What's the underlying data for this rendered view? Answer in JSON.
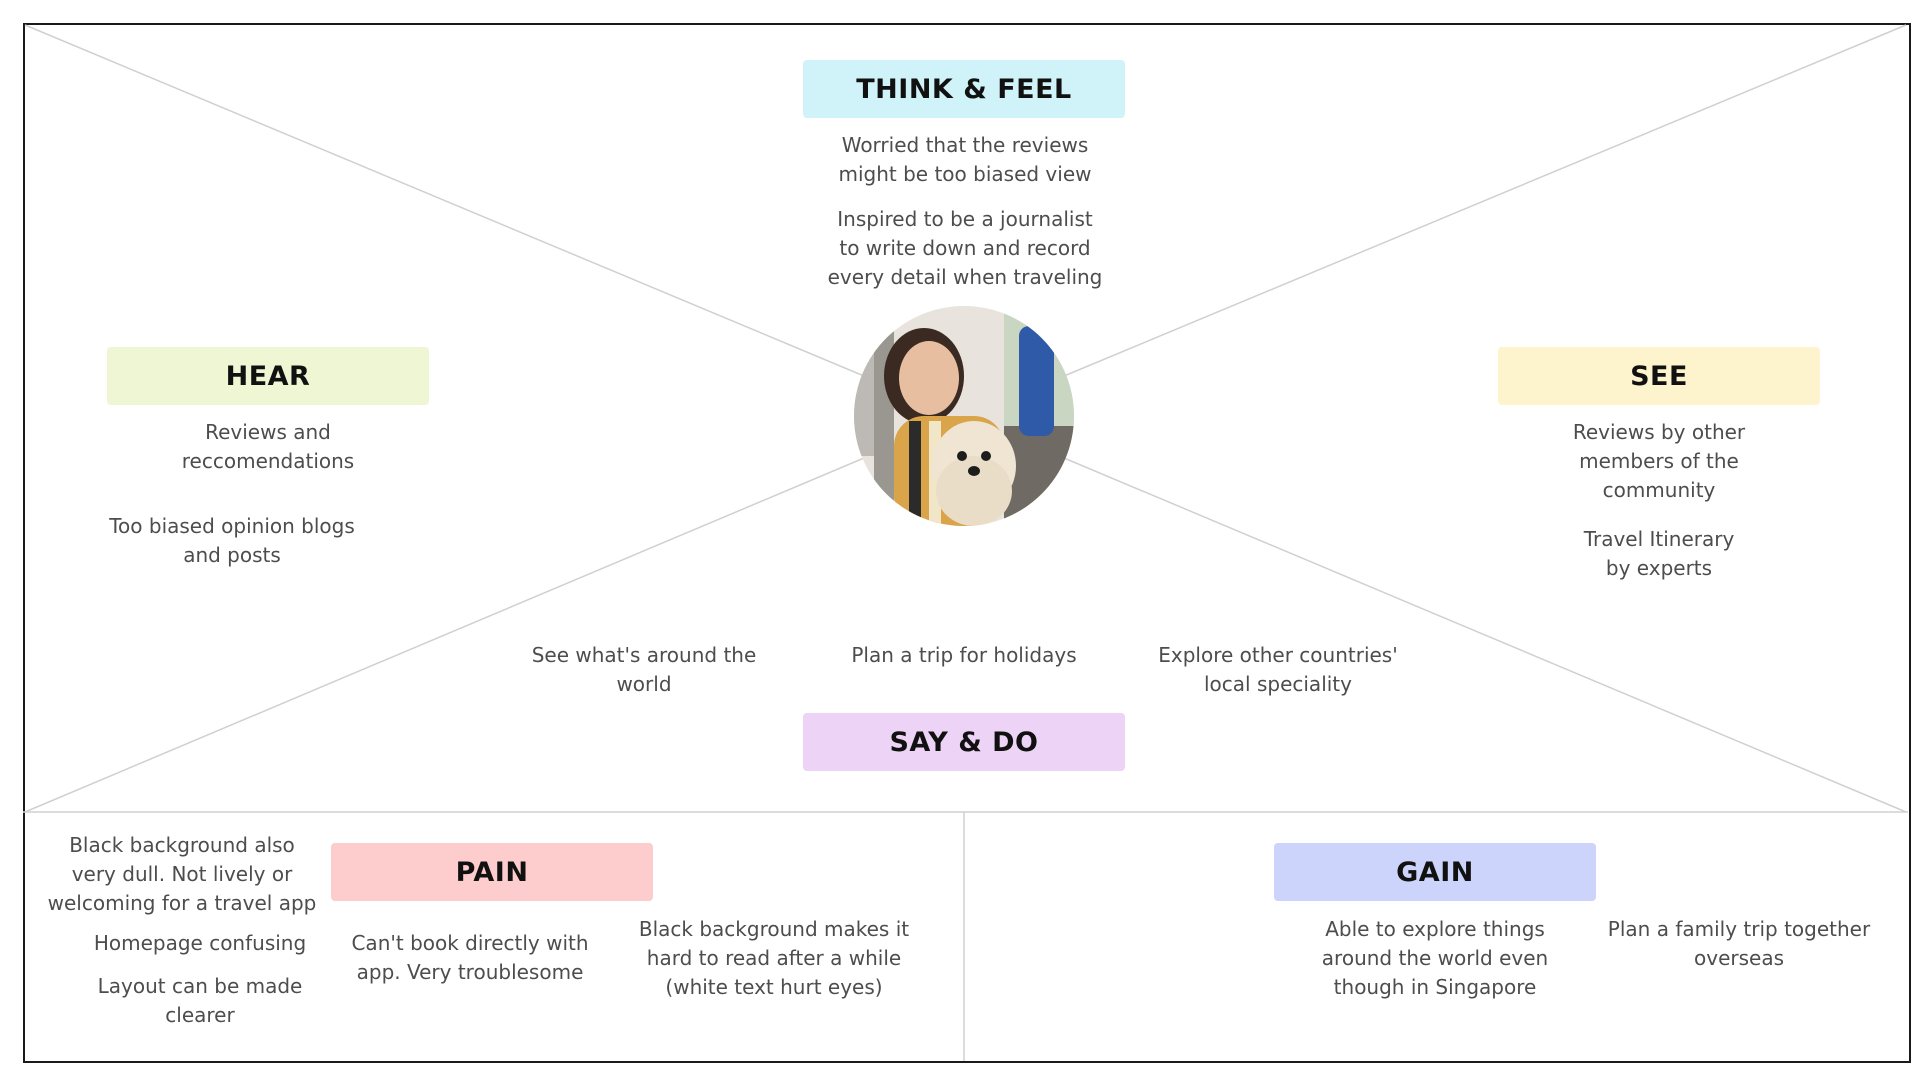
{
  "colors": {
    "think_feel": "#cff3f8",
    "hear": "#eef6d3",
    "see": "#fdf3cc",
    "say_do": "#edd3f6",
    "pain": "#fdcdcd",
    "gain": "#ccd4fc"
  },
  "think_feel": {
    "title": "THINK & FEEL",
    "notes": [
      "Worried that the reviews\nmight be too biased view",
      "Inspired to be a journalist\nto write down and record\nevery detail when traveling"
    ]
  },
  "hear": {
    "title": "HEAR",
    "notes": [
      "Reviews and\nreccomendations",
      "Too biased opinion blogs\nand posts"
    ]
  },
  "see": {
    "title": "SEE",
    "notes": [
      "Reviews by other\nmembers of the\ncommunity",
      "Travel Itinerary\nby experts"
    ]
  },
  "say_do": {
    "title": "SAY & DO",
    "notes": [
      "See what's around the\nworld",
      "Plan a trip for holidays",
      "Explore other countries'\nlocal speciality"
    ]
  },
  "pain": {
    "title": "PAIN",
    "notes": [
      "Black background also\nvery dull. Not lively or\nwelcoming for a travel app",
      "Homepage confusing",
      "Layout can be made\nclearer",
      "Can't book directly with\napp. Very troublesome",
      "Black background makes it\nhard to read after a while\n(white text hurt eyes)"
    ]
  },
  "gain": {
    "title": "GAIN",
    "notes": [
      "Able to explore things\naround the world even\nthough in Singapore",
      "Plan a family trip together\noverseas"
    ]
  },
  "avatar": {
    "icon": "person-with-dog-photo"
  }
}
